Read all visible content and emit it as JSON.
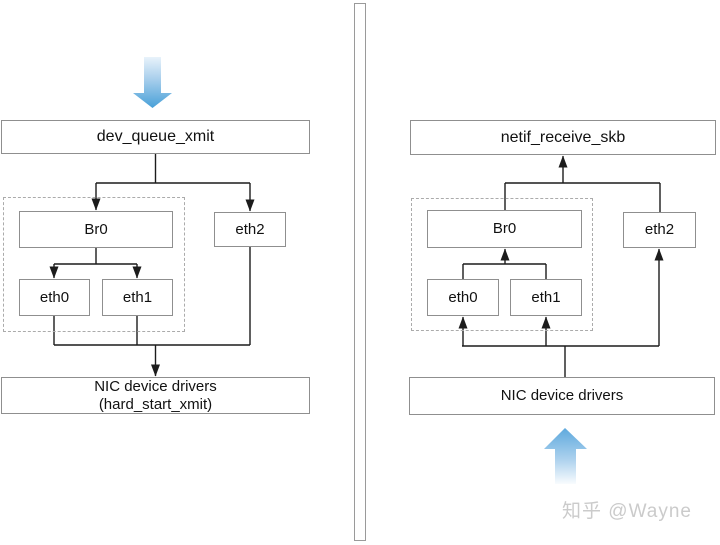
{
  "left_panel": {
    "entry_function": "dev_queue_xmit",
    "bridge": "Br0",
    "eth0": "eth0",
    "eth1": "eth1",
    "eth2": "eth2",
    "nic_label_line1": "NIC device drivers",
    "nic_label_line2": "(hard_start_xmit)"
  },
  "right_panel": {
    "entry_function": "netif_receive_skb",
    "bridge": "Br0",
    "eth0": "eth0",
    "eth1": "eth1",
    "eth2": "eth2",
    "nic_label_line1": "NIC device drivers"
  },
  "watermark": "知乎 @Wayne",
  "icons": {
    "ingress_flow": "blue-down-arrow",
    "egress_flow": "blue-up-arrow"
  },
  "colors": {
    "line": "#1c1c1c",
    "box_border": "#8f8f8f",
    "dashed_border": "#ababab",
    "blue_arrow_light": "#e8f3fb",
    "blue_arrow_deep": "#48a0d8",
    "watermark": "#cbcbcb"
  }
}
